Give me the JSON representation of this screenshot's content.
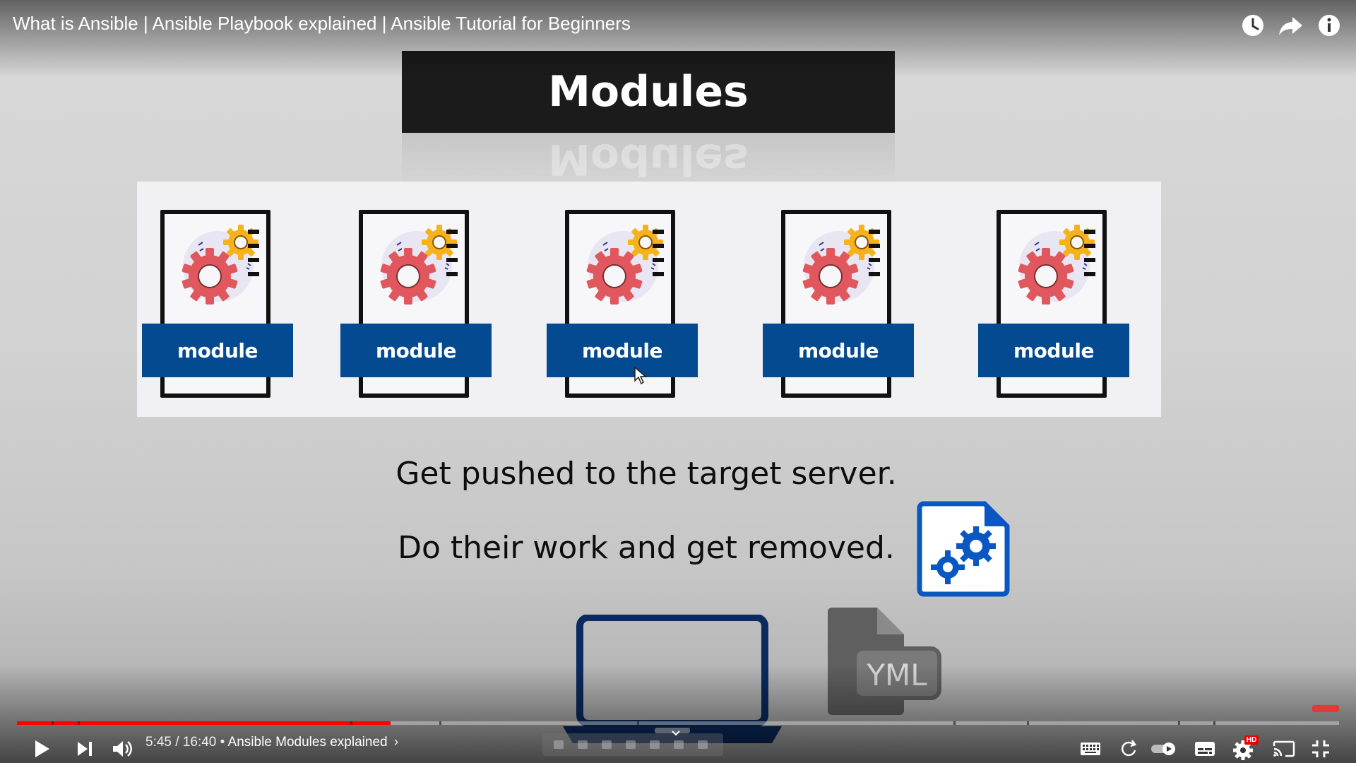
{
  "player": {
    "video_title": "What is Ansible | Ansible Playbook explained | Ansible Tutorial for Beginners",
    "time_current": "5:45",
    "time_separator": " / ",
    "time_total": "16:40",
    "chapter_separator": " • ",
    "chapter_title": "Ansible Modules explained",
    "chapter_chevron": "›",
    "progress_fraction": 0.2826,
    "hd_badge": "HD",
    "top_buttons": [
      "watch-later-icon",
      "share-icon",
      "info-icon"
    ],
    "controls": [
      "play-icon",
      "next-icon",
      "volume-icon",
      "keyboard-icon",
      "loop-icon",
      "autoplay-toggle",
      "subtitles-icon",
      "settings-icon",
      "cast-icon",
      "exit-fullscreen-icon"
    ],
    "colors": {
      "progress": "#ff0000",
      "text": "#ffffff"
    }
  },
  "slide": {
    "title": "Modules",
    "module_label": "module",
    "modules": [
      "module",
      "module",
      "module",
      "module",
      "module"
    ],
    "line_1": "Get pushed to the target server.",
    "line_2": "Do their work and get removed.",
    "yml_label": "YML",
    "colors": {
      "title_bg": "#1b1b1b",
      "module_label_bg": "#034a91",
      "accent_blue": "#0a57c2",
      "laptop": "#0b2a5e"
    }
  }
}
